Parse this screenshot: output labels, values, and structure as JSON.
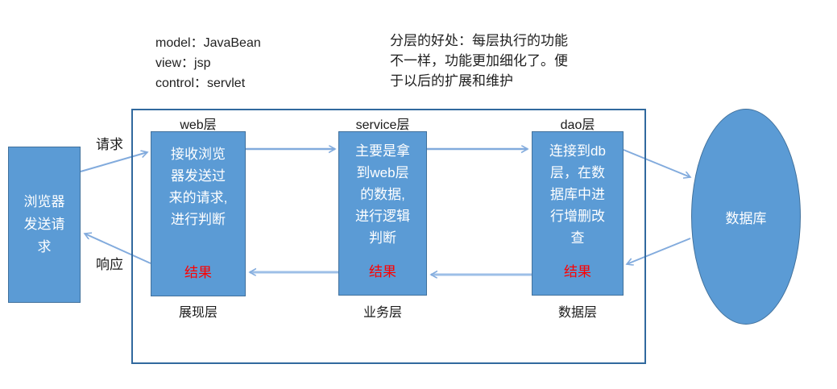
{
  "notes": {
    "mvc": [
      "model：JavaBean",
      "view：jsp",
      "control：servlet"
    ],
    "benefit": [
      "分层的好处：每层执行的功能",
      "不一样，功能更加细化了。便",
      "于以后的扩展和维护"
    ]
  },
  "browser": {
    "label": [
      "浏览器",
      "发送请",
      "求"
    ]
  },
  "arrows": {
    "request_label": "请求",
    "response_label": "响应"
  },
  "layers": [
    {
      "top_label": "web层",
      "body": [
        "接收浏览",
        "器发送过",
        "来的请求,",
        "进行判断"
      ],
      "result": "结果",
      "bottom_label": "展现层"
    },
    {
      "top_label": "service层",
      "body": [
        "主要是拿",
        "到web层",
        "的数据,",
        "进行逻辑",
        "判断"
      ],
      "result": "结果",
      "bottom_label": "业务层"
    },
    {
      "top_label": "dao层",
      "body": [
        "连接到db",
        "层，在数",
        "据库中进",
        "行增删改",
        "查"
      ],
      "result": "结果",
      "bottom_label": "数据层"
    }
  ],
  "database": {
    "label": "数据库"
  },
  "colors": {
    "box_fill": "#5B9BD5",
    "box_border": "#41719C",
    "container_border": "#31699E",
    "arrow": "#82ABDD",
    "result_text": "#FF0000",
    "box_text": "#FFFFFF"
  }
}
